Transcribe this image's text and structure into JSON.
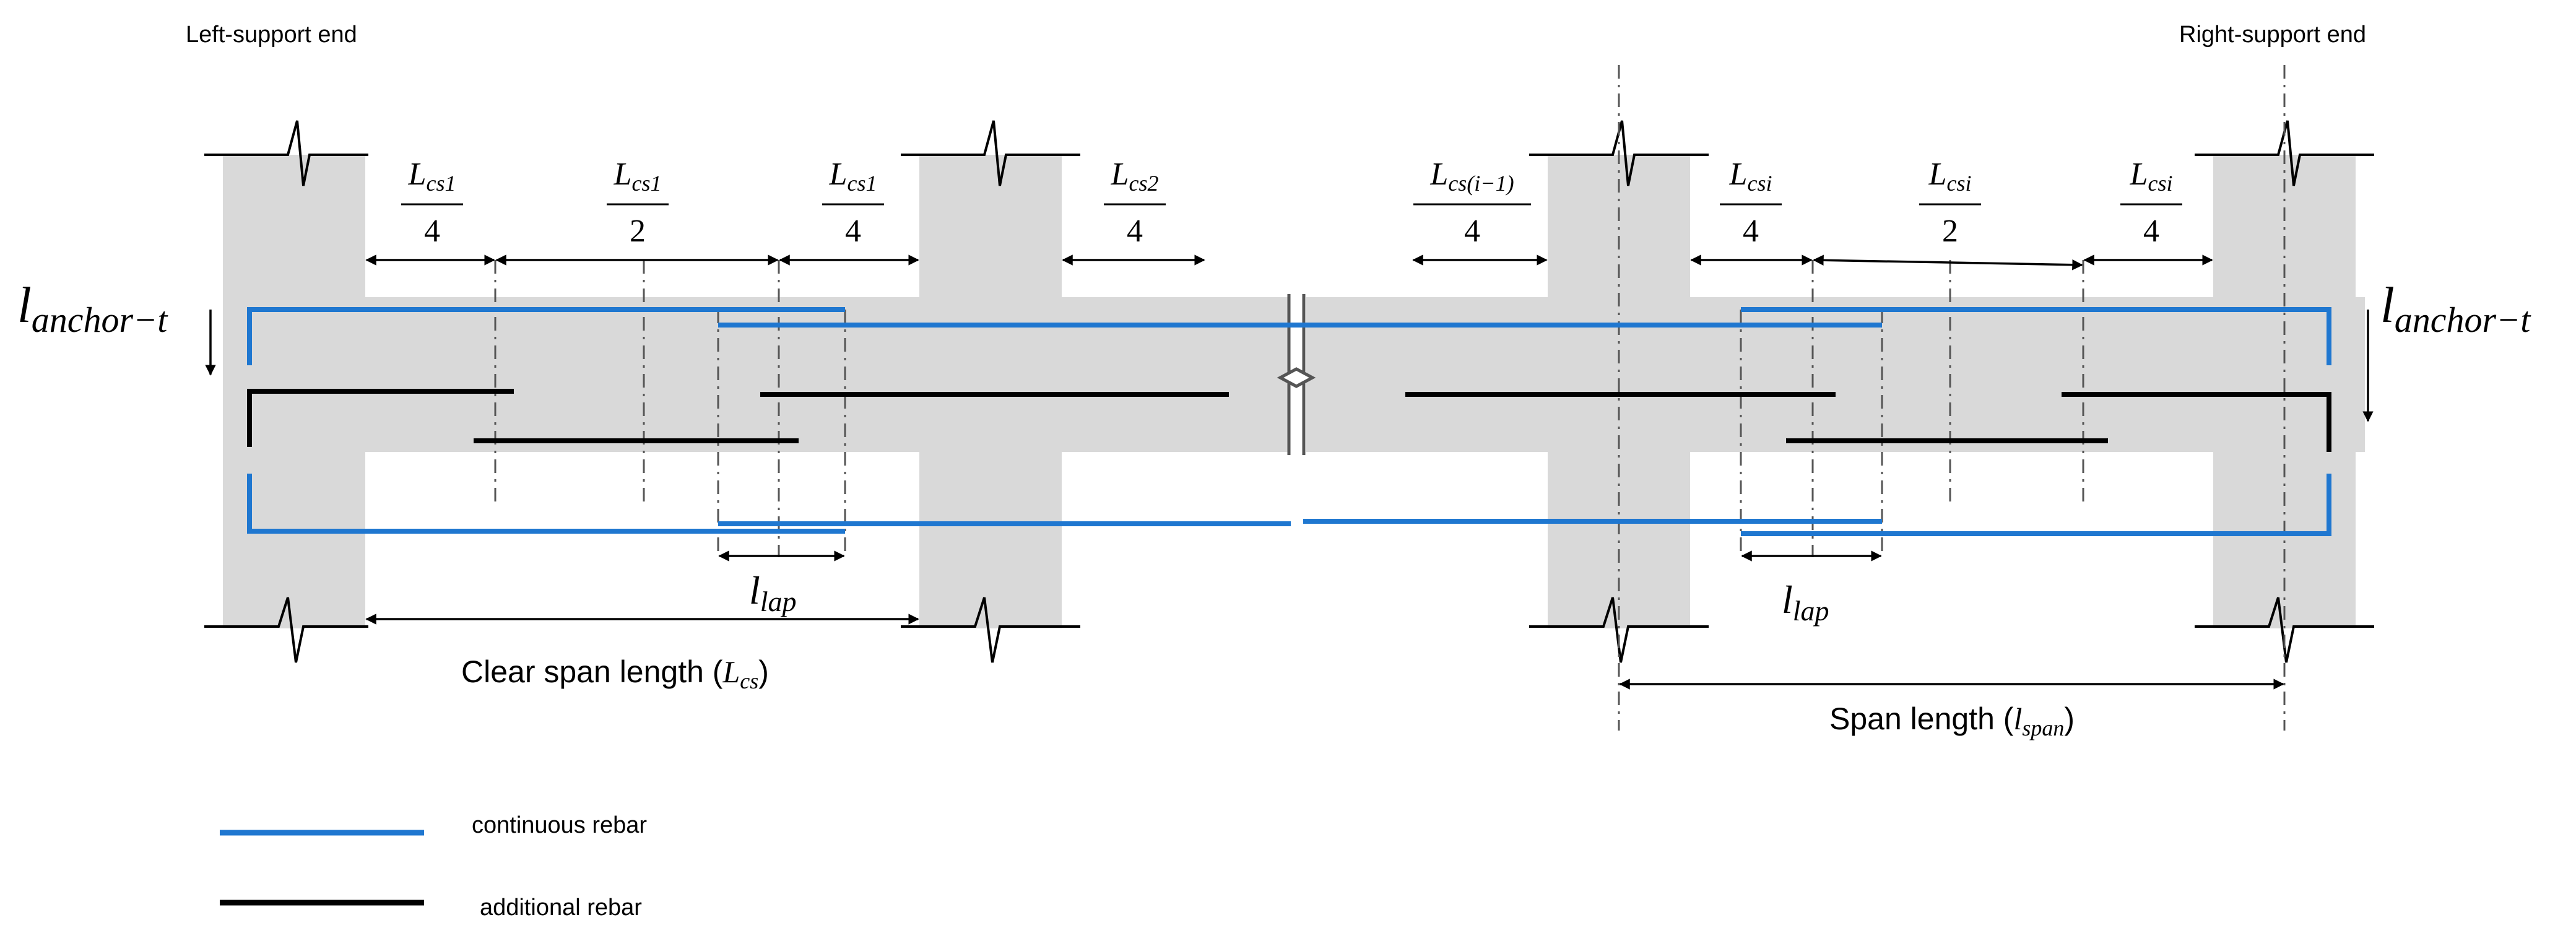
{
  "labels": {
    "left_support_end": "Left-support end",
    "right_support_end": "Right-support end",
    "anchor_left": {
      "base": "l",
      "sub": "anchor−t"
    },
    "anchor_right": {
      "base": "l",
      "sub": "anchor−t"
    },
    "lap_left": {
      "base": "l",
      "sub": "lap"
    },
    "lap_right": {
      "base": "l",
      "sub": "lap"
    },
    "clear_span": {
      "prefix": "Clear span length (",
      "base": "L",
      "sub": "cs",
      "suffix": ")"
    },
    "span_length": {
      "prefix": "Span length (",
      "base": "l",
      "sub": "span",
      "suffix": ")"
    }
  },
  "fractions": [
    {
      "num_base": "L",
      "num_sub": "cs1",
      "den": "4"
    },
    {
      "num_base": "L",
      "num_sub": "cs1",
      "den": "2"
    },
    {
      "num_base": "L",
      "num_sub": "cs1",
      "den": "4"
    },
    {
      "num_base": "L",
      "num_sub": "cs2",
      "den": "4"
    },
    {
      "num_base": "L",
      "num_sub": "cs(i−1)",
      "den": "4"
    },
    {
      "num_base": "L",
      "num_sub": "csi",
      "den": "4"
    },
    {
      "num_base": "L",
      "num_sub": "csi",
      "den": "2"
    },
    {
      "num_base": "L",
      "num_sub": "csi",
      "den": "4"
    }
  ],
  "legend": [
    {
      "label": "continuous rebar",
      "color": "#1f77d0"
    },
    {
      "label": "additional rebar",
      "color": "#000000"
    }
  ],
  "colors": {
    "concrete": "#d9d9d9",
    "continuous_rebar": "#1f77d0",
    "additional_rebar": "#000000",
    "dimension": "#000000",
    "centerline": "#555555"
  }
}
